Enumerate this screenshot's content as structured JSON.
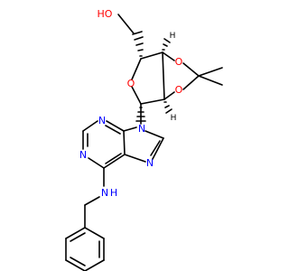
{
  "colors": {
    "background": "#ffffff",
    "bond": "#000000",
    "oxygen": "#ff0000",
    "nitrogen": "#0000ff"
  },
  "atoms": {
    "oh": "HO",
    "ring_o": "O",
    "dioxolane_o_top": "O",
    "dioxolane_o_bottom": "O",
    "n9": "N",
    "n3": "N",
    "n1": "N",
    "n7": "N",
    "nh": "N",
    "nh_h": "H"
  },
  "stereo_h": {
    "h_top": "H",
    "h_bottom": "H"
  }
}
